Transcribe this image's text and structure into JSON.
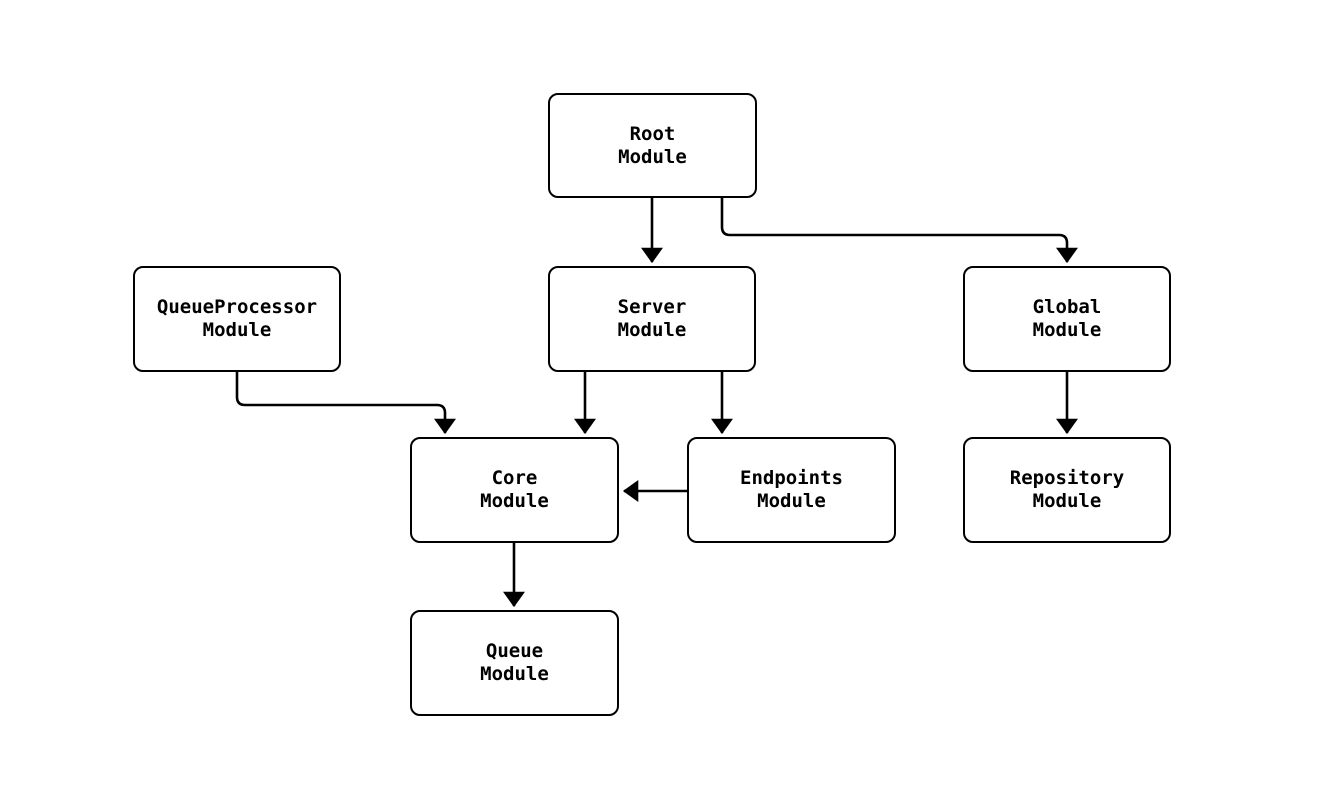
{
  "diagram": {
    "type": "module-dependency-graph",
    "colors": {
      "stroke": "#000000",
      "background": "#ffffff",
      "node_fill": "#ffffff",
      "text": "#000000"
    },
    "nodes": {
      "root": {
        "label": "Root\nModule"
      },
      "queueproc": {
        "label": "QueueProcessor\nModule"
      },
      "server": {
        "label": "Server\nModule"
      },
      "global": {
        "label": "Global\nModule"
      },
      "core": {
        "label": "Core\nModule"
      },
      "endpoints": {
        "label": "Endpoints\nModule"
      },
      "repository": {
        "label": "Repository\nModule"
      },
      "queue": {
        "label": "Queue\nModule"
      }
    },
    "edges": [
      {
        "from": "Root Module",
        "to": "Server Module",
        "arrow": "down"
      },
      {
        "from": "Root Module",
        "to": "Global Module",
        "arrow": "down"
      },
      {
        "from": "QueueProcessor Module",
        "to": "Core Module",
        "arrow": "down"
      },
      {
        "from": "Server Module",
        "to": "Core Module",
        "arrow": "down"
      },
      {
        "from": "Server Module",
        "to": "Endpoints Module",
        "arrow": "down"
      },
      {
        "from": "Endpoints Module",
        "to": "Core Module",
        "arrow": "left"
      },
      {
        "from": "Global Module",
        "to": "Repository Module",
        "arrow": "down"
      },
      {
        "from": "Core Module",
        "to": "Queue Module",
        "arrow": "down"
      }
    ]
  }
}
